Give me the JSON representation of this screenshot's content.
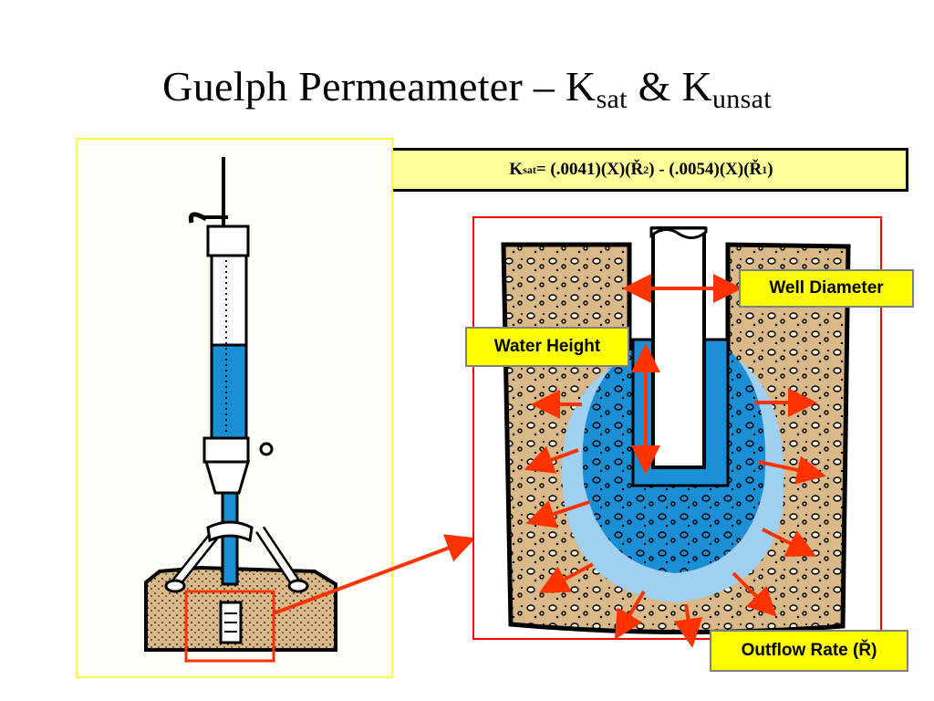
{
  "slide": {
    "title_main": "Guelph Permeameter – K",
    "title_sub1": "sat",
    "title_mid": " & K",
    "title_sub2": "unsat"
  },
  "formula": {
    "k": "K",
    "k_sub": "sat",
    "part1": " = (.0041)(X)(Ř",
    "sub1": "2",
    "part2": ") - (.0054)(X)(Ř",
    "sub2": "1",
    "part3": ")"
  },
  "labels": {
    "well_diameter": "Well Diameter",
    "water_height": "Water Height",
    "outflow_rate": "Outflow Rate (Ř)"
  },
  "colors": {
    "water": "#1a8fd6",
    "wet_zone": "#9fd0f0",
    "soil": "#d9b98a",
    "arrow": "#ff3300",
    "highlight_frame": "#ff0000",
    "left_frame": "#ffff44",
    "label_bg": "#ffff00",
    "formula_bg": "#ffff99"
  }
}
